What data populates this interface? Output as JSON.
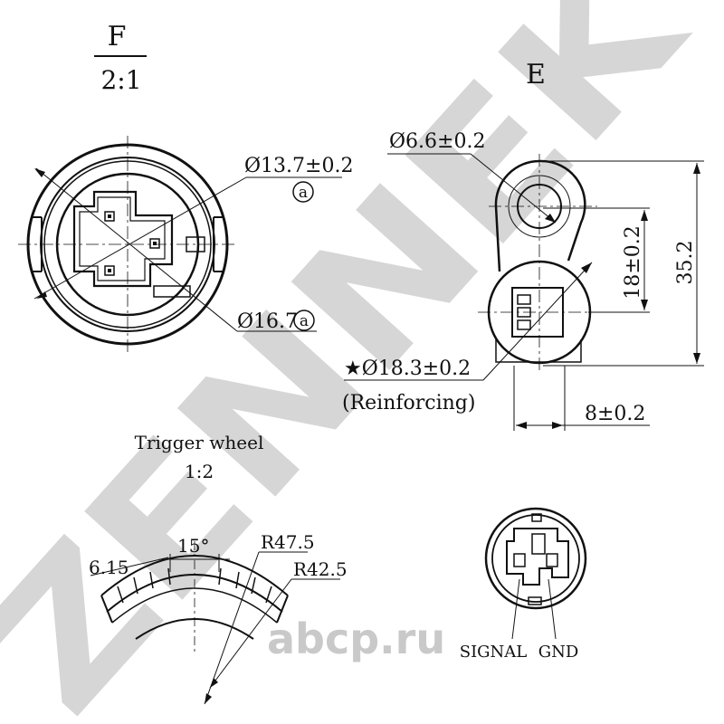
{
  "colors": {
    "ink": "#111111",
    "watermark": "#d6d6d6",
    "watermark_text": "#c9c9c9"
  },
  "view_f": {
    "name": "F",
    "scale": "2:1",
    "dia_inner": "Ø13.7±0.2",
    "dia_inner_mark": "a",
    "dia_outer": "Ø16.7",
    "dia_outer_mark": "a"
  },
  "view_e": {
    "name": "E",
    "hole_dia": "Ø6.6±0.2",
    "center_dist": "18±0.2",
    "total_len": "35.2",
    "body_dia": "★Ø18.3±0.2",
    "body_note": "(Reinforcing)",
    "offset": "8±0.2"
  },
  "trigger_wheel": {
    "title": "Trigger wheel",
    "scale": "1:2",
    "tooth_width": "6.15",
    "angle": "15°",
    "r_outer": "R47.5",
    "r_inner": "R42.5"
  },
  "connector": {
    "pin_signal": "SIGNAL",
    "pin_gnd": "GND"
  },
  "watermark": {
    "brand": "ZENNEK",
    "site": "abcp.ru"
  }
}
